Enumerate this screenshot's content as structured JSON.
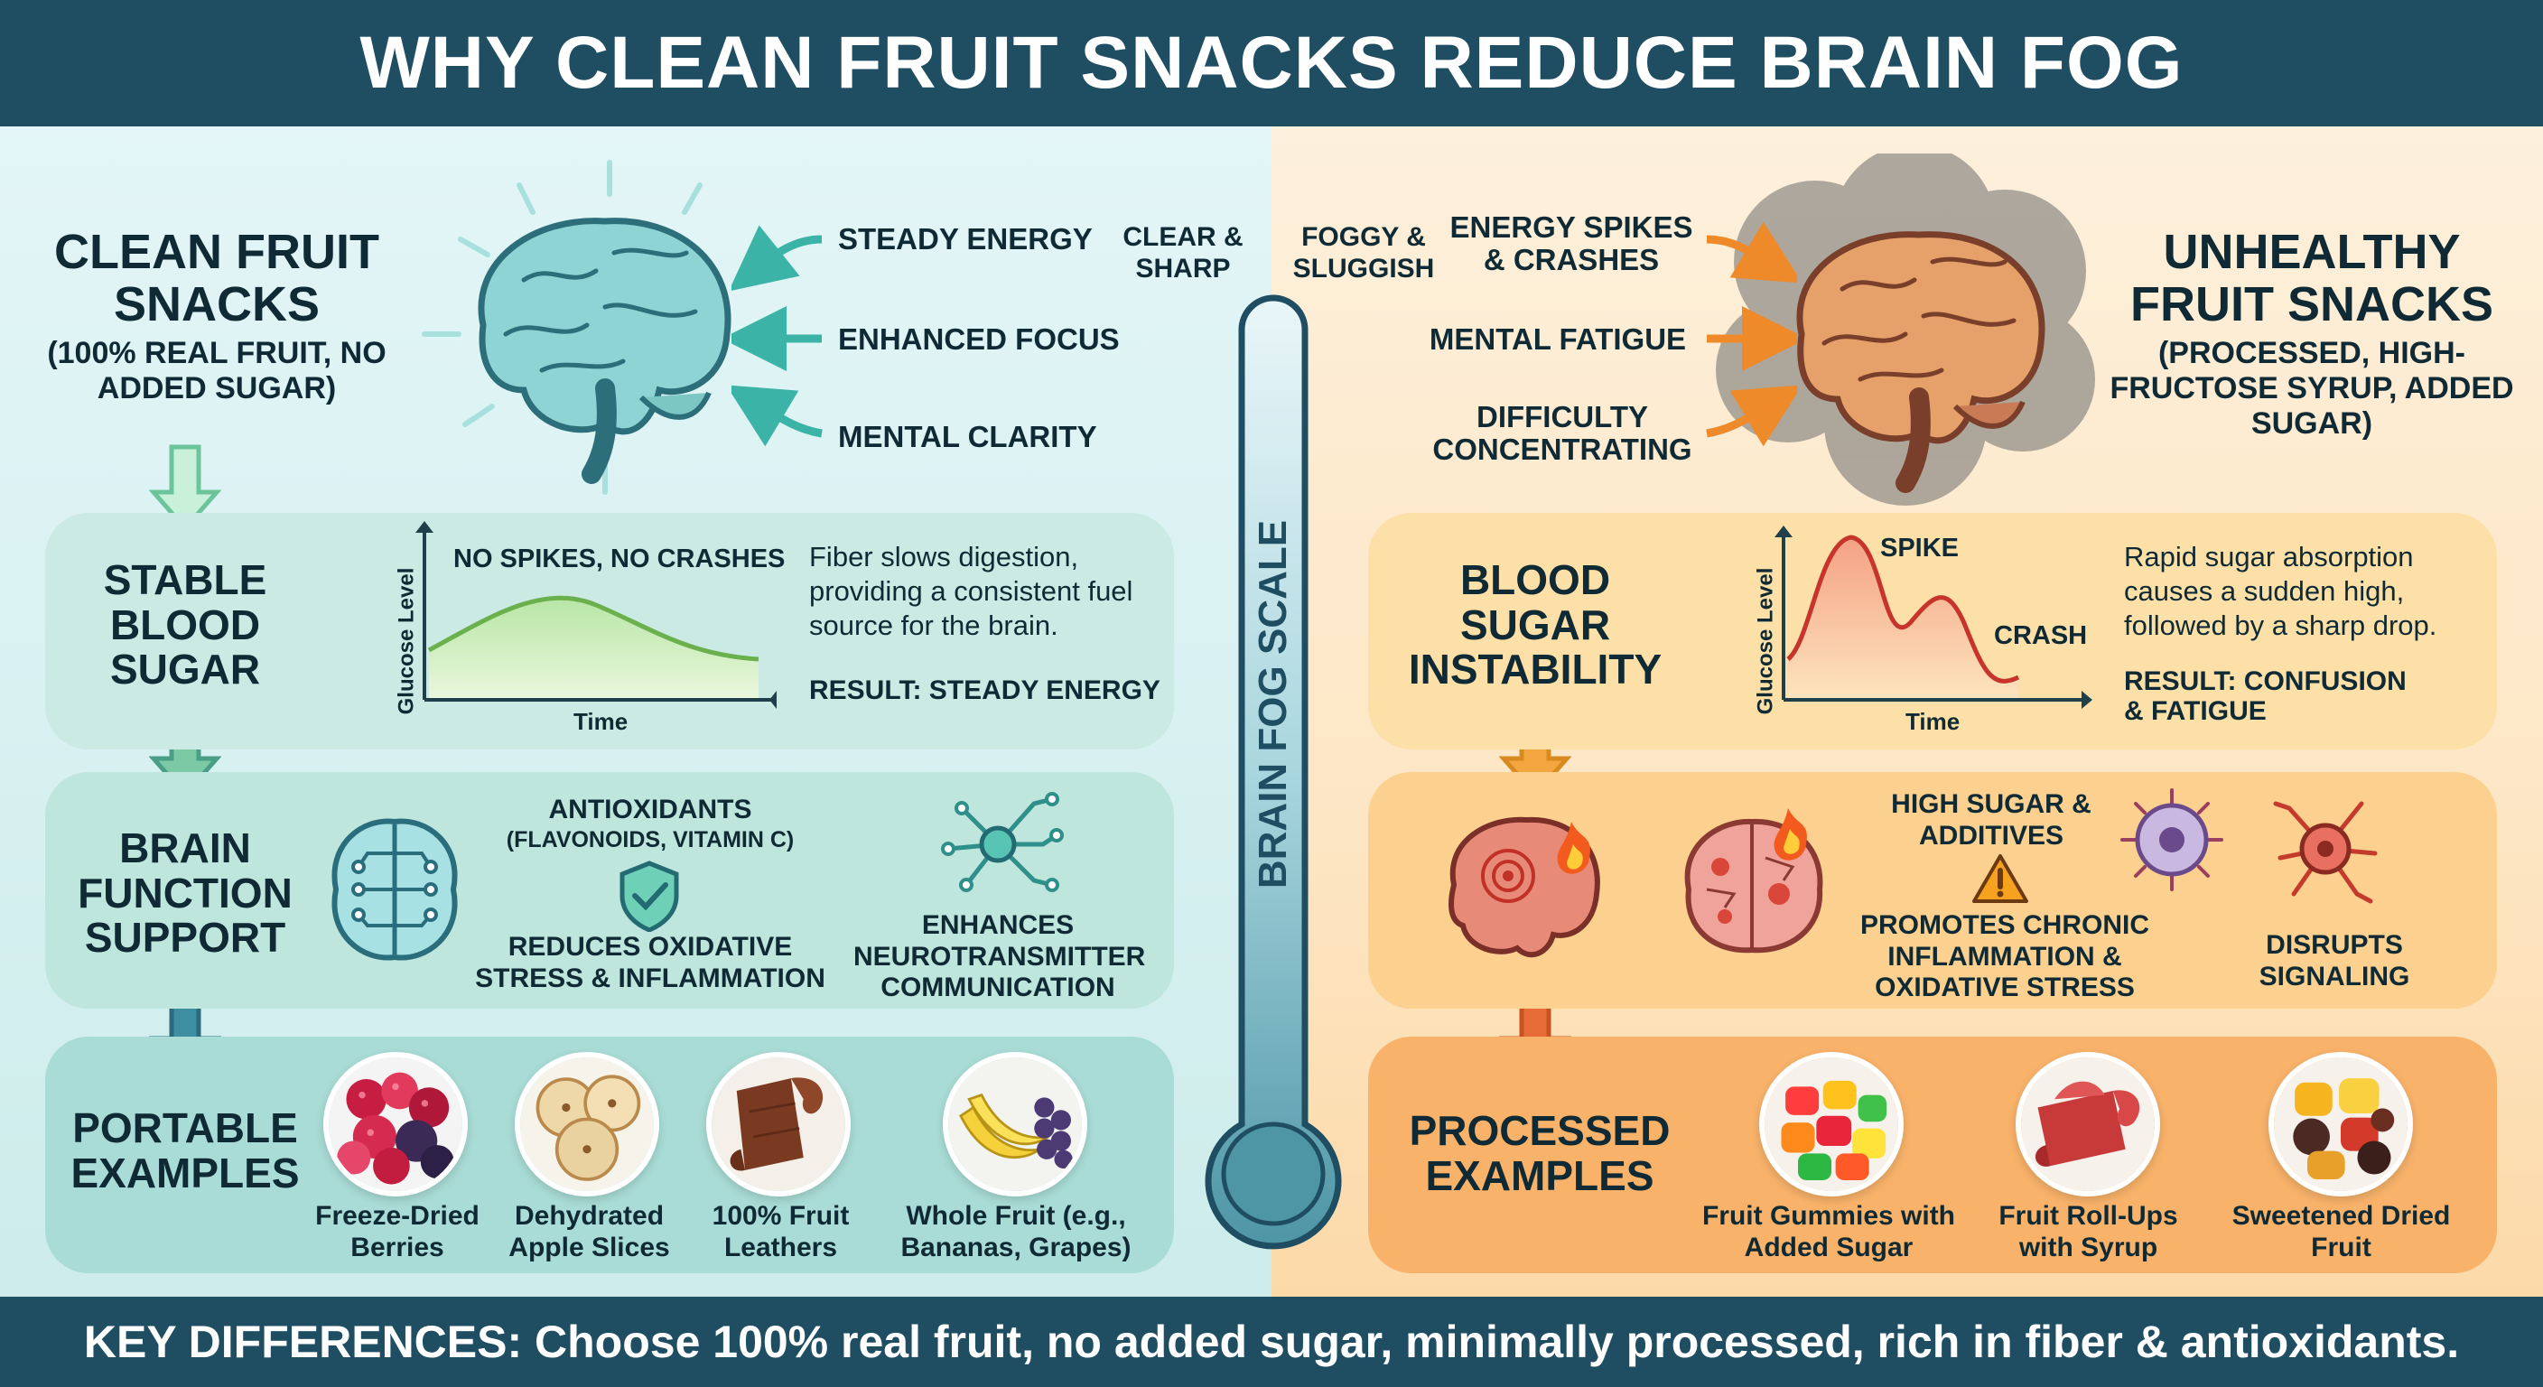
{
  "title": "WHY CLEAN FRUIT SNACKS REDUCE BRAIN FOG",
  "footer": "KEY DIFFERENCES: Choose 100% real fruit, no added sugar, minimally processed, rich in fiber & antioxidants.",
  "left": {
    "heading": "CLEAN FRUIT SNACKS",
    "subheading": "(100% REAL FRUIT, NO ADDED SUGAR)",
    "brain_labels": [
      "STEADY ENERGY",
      "ENHANCED FOCUS",
      "MENTAL CLARITY"
    ],
    "blood": {
      "title": "STABLE BLOOD SUGAR",
      "chart_title": "NO SPIKES, NO CRASHES",
      "ylabel": "Glucose Level",
      "xlabel": "Time",
      "desc": "Fiber slows digestion, providing a consistent fuel source for the brain.",
      "result": "RESULT: STEADY ENERGY"
    },
    "brain_support": {
      "title": "BRAIN FUNCTION SUPPORT",
      "antioxidants": "ANTIOXIDANTS",
      "antioxidants_sub": "(FLAVONOIDS, VITAMIN C)",
      "reduces": "REDUCES OXIDATIVE STRESS & INFLAMMATION",
      "enhances": "ENHANCES NEUROTRANSMITTER COMMUNICATION"
    },
    "examples": {
      "title": "PORTABLE EXAMPLES",
      "items": [
        "Freeze-Dried Berries",
        "Dehydrated Apple Slices",
        "100% Fruit Leathers",
        "Whole Fruit (e.g., Bananas, Grapes)"
      ]
    }
  },
  "scale": {
    "top_left": "CLEAR & SHARP",
    "top_right": "FOGGY & SLUGGISH",
    "label": "BRAIN FOG SCALE"
  },
  "right": {
    "heading": "UNHEALTHY FRUIT SNACKS",
    "subheading": "(PROCESSED, HIGH-FRUCTOSE SYRUP, ADDED SUGAR)",
    "brain_labels": [
      "ENERGY SPIKES & CRASHES",
      "MENTAL FATIGUE",
      "DIFFICULTY CONCENTRATING"
    ],
    "blood": {
      "title": "BLOOD SUGAR INSTABILITY",
      "spike": "SPIKE",
      "crash": "CRASH",
      "ylabel": "Glucose Level",
      "xlabel": "Time",
      "desc": "Rapid sugar absorption causes a sudden high, followed by a sharp drop.",
      "result": "RESULT: CONFUSION & FATIGUE"
    },
    "inflammation": {
      "high_sugar": "HIGH SUGAR & ADDITIVES",
      "promotes": "PROMOTES CHRONIC INFLAMMATION & OXIDATIVE STRESS",
      "disrupts": "DISRUPTS SIGNALING"
    },
    "examples": {
      "title": "PROCESSED EXAMPLES",
      "items": [
        "Fruit Gummies with Added Sugar",
        "Fruit Roll-Ups with Syrup",
        "Sweetened Dried Fruit"
      ]
    }
  },
  "colors": {
    "navy": "#1f4e63",
    "teal_panel": "#c4e8e2",
    "orange_panel": "#fcd492",
    "green_arrow": "#6cc49a",
    "orange_arrow": "#ee8a2a"
  }
}
